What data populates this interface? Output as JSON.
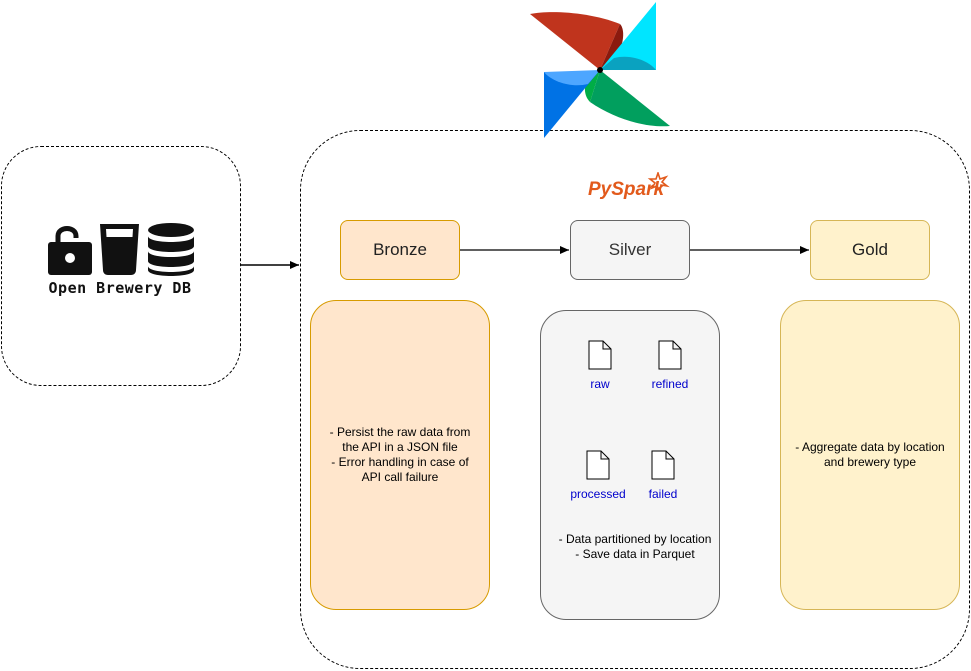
{
  "source": {
    "label": "Open Brewery DB",
    "icons": [
      "unlock-icon",
      "beer-glass-icon",
      "database-icon"
    ]
  },
  "orchestrator": {
    "icon": "airflow-pinwheel-logo"
  },
  "engine": {
    "logo_text": "PySpark",
    "logo_color": "#e25a1c"
  },
  "layers": [
    {
      "id": "bronze",
      "label": "Bronze",
      "fill": "#ffe6cc",
      "stroke": "#d79b00",
      "description": "- Persist the raw data from the API in a JSON file\n- Error handling in case of API call failure"
    },
    {
      "id": "silver",
      "label": "Silver",
      "fill": "#f5f5f5",
      "stroke": "#666666",
      "description": "- Data partitioned by location\n- Save data in Parquet"
    },
    {
      "id": "gold",
      "label": "Gold",
      "fill": "#fff2cc",
      "stroke": "#d6b656",
      "description": "- Aggregate data by location and brewery type"
    }
  ],
  "silver_files": {
    "raw": "raw",
    "refined": "refined",
    "processed": "processed",
    "failed": "failed",
    "label_color": "#0000cc",
    "ok_edge_color": "#97d077",
    "fail_edge_color": "#ea6b66"
  }
}
